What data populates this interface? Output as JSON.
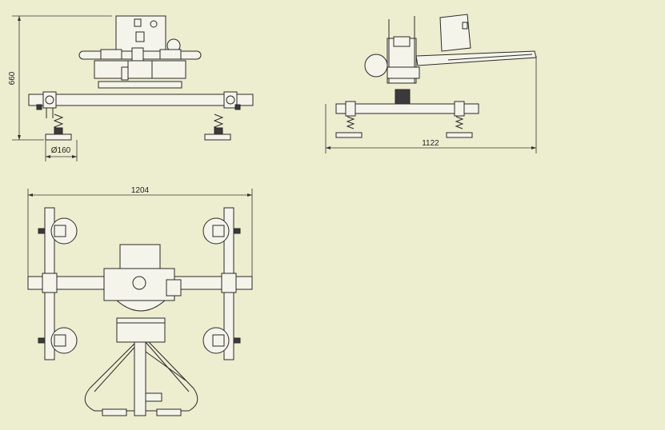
{
  "drawing": {
    "background": "#ededd0",
    "line_color": "#2a2a2a",
    "dimensions": {
      "front_height": "660",
      "cup_diameter": "Ø160",
      "side_length": "1122",
      "top_width": "1204"
    }
  }
}
